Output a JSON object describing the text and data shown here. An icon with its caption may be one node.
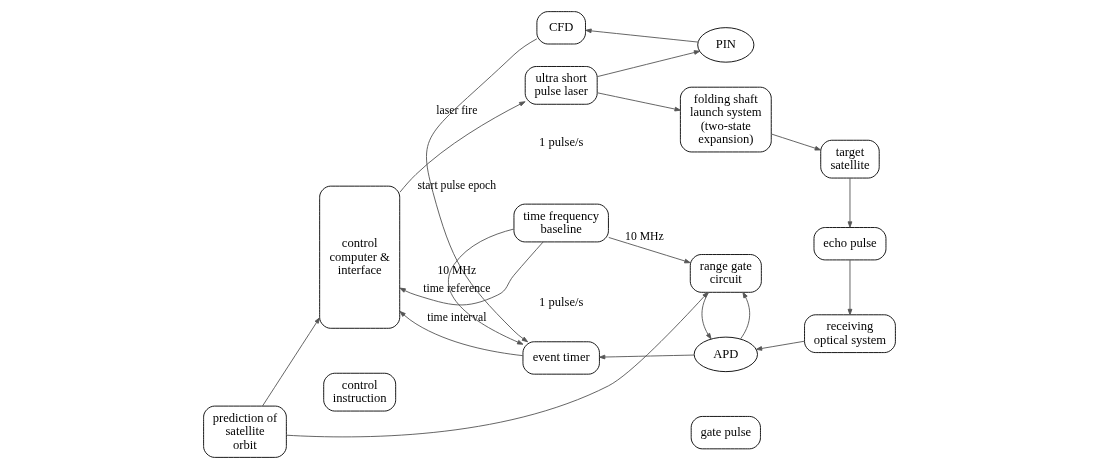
{
  "diagram": {
    "nodes": [
      {
        "text": [
          "prediction of satellite orbit"
        ]
      },
      {
        "text": [
          "control computer & interface"
        ]
      },
      {
        "text": [
          "control instruction"
        ]
      },
      {
        "text": [
          "ultra short pulse laser"
        ]
      },
      {
        "text": [
          "CFD"
        ]
      },
      {
        "text": [
          "PIN"
        ]
      },
      {
        "text": [
          "folding shaft launch system (two-state expansion)"
        ]
      },
      {
        "text": [
          "target satellite"
        ]
      },
      {
        "text": [
          "echo pulse"
        ]
      },
      {
        "text": [
          "receiving optical system"
        ]
      },
      {
        "text": [
          "event timer"
        ]
      },
      {
        "text": [
          "APD"
        ]
      },
      {
        "text": [
          "gate pulse"
        ]
      },
      {
        "text": [
          "time frequency baseline"
        ]
      },
      {
        "text": [
          "range gate circuit"
        ]
      }
    ],
    "edges": [
      {
        "from": 0,
        "to": 1,
        "arrow": "to"
      },
      {
        "from": 1,
        "to": 3,
        "arrow": "to",
        "label": "laser fire"
      },
      {
        "from": 3,
        "to": 6,
        "arrow": "to"
      },
      {
        "from": 3,
        "to": 5,
        "arrow": "to"
      },
      {
        "from": 5,
        "to": 4,
        "arrow": "to"
      },
      {
        "from": 4,
        "to": 10,
        "arrow": "to",
        "label": "start pulse epoch"
      },
      {
        "from": 10,
        "to": 1,
        "arrow": "to",
        "label": "time interval"
      },
      {
        "from": 6,
        "to": 7,
        "arrow": "to"
      },
      {
        "from": 7,
        "to": 8,
        "arrow": "to"
      },
      {
        "from": 8,
        "to": 9,
        "arrow": "to"
      },
      {
        "from": 9,
        "to": 11,
        "arrow": "to"
      },
      {
        "from": 11,
        "to": 10,
        "arrow": "to"
      },
      {
        "from": 11,
        "to": 14,
        "arrow": "to"
      },
      {
        "from": 13,
        "to": 10,
        "arrow": "to",
        "label": "10 MHz"
      },
      {
        "from": 13,
        "to": 1,
        "arrow": "to",
        "label": "time reference"
      },
      {
        "from": 13,
        "to": 14,
        "arrow": "to",
        "label": "10 MHz"
      },
      {
        "from": 14,
        "to": 11,
        "arrow": "to"
      },
      {
        "from": 0,
        "to": 14,
        "arrow": "to"
      }
    ],
    "labels": [
      "1 pulse/s",
      "1 pulse/s"
    ]
  }
}
